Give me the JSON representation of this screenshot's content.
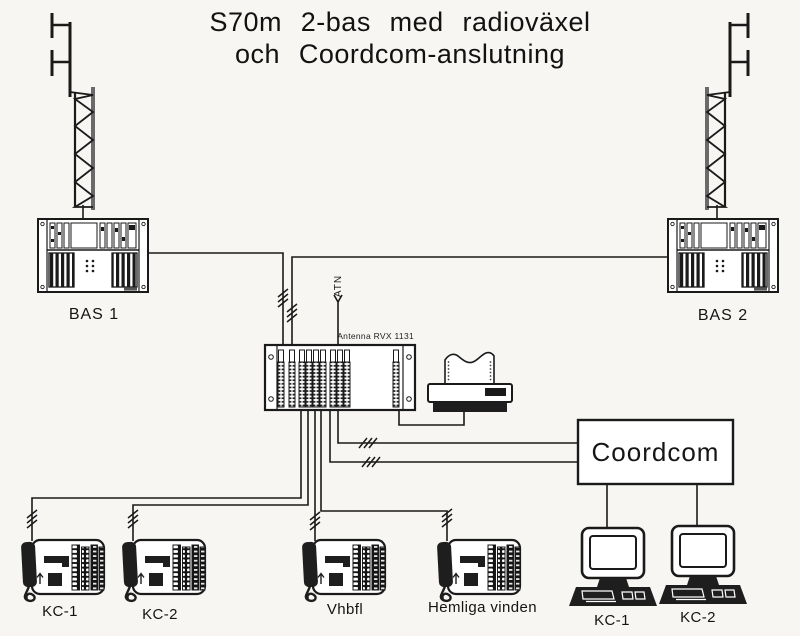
{
  "title": {
    "line1": "S70m 2-bas med radioväxel",
    "line2": "och Coordcom-anslutning"
  },
  "nodes": {
    "bas1_label": "BAS 1",
    "bas2_label": "BAS 2",
    "atn_label": "ATN",
    "exchange_label": "Antenna RVX 1131",
    "coordcom_label": "Coordcom"
  },
  "phones": [
    {
      "label": "KC-1"
    },
    {
      "label": "KC-2"
    },
    {
      "label": "Vhbfl"
    },
    {
      "label": "Hemliga vinden"
    }
  ],
  "workstations": [
    {
      "label": "KC-1"
    },
    {
      "label": "KC-2"
    }
  ],
  "icons": {
    "towers": "antenna-tower-icon",
    "bas_racks": "base-station-rack-icon",
    "exchange": "radio-exchange-rack-icon",
    "printer": "printer-icon",
    "phones": "operator-phone-icon",
    "workstations": "workstation-icon",
    "cable_marks": "cable-bundle-mark-icon"
  },
  "colors": {
    "ink": "#1a1a1a",
    "dark_fill": "#1e1e1e",
    "paper": "#f7f6f3"
  }
}
